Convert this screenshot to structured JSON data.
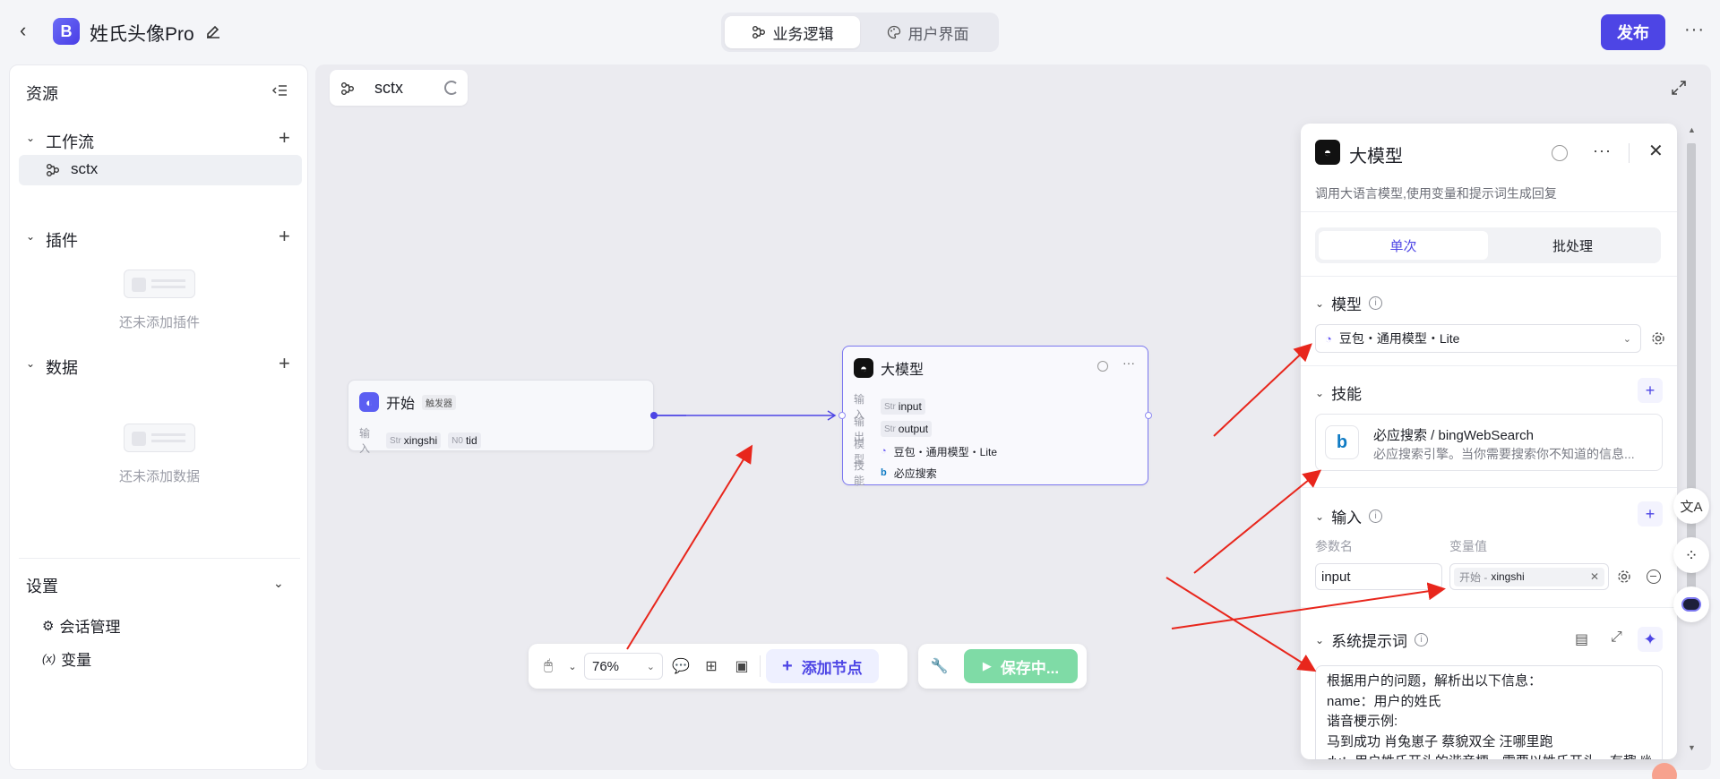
{
  "header": {
    "app_name": "姓氏头像Pro",
    "tabs": [
      {
        "label": "业务逻辑",
        "active": true
      },
      {
        "label": "用户界面",
        "active": false
      }
    ],
    "publish_label": "发布"
  },
  "sidebar": {
    "title": "资源",
    "workflow": {
      "label": "工作流",
      "items": [
        "sctx"
      ]
    },
    "plugins": {
      "label": "插件",
      "empty_text": "还未添加插件"
    },
    "data": {
      "label": "数据",
      "empty_text": "还未添加数据"
    },
    "settings": {
      "label": "设置",
      "items": [
        {
          "icon": "chat-manage-icon",
          "label": "会话管理"
        },
        {
          "icon": "variable-icon",
          "label": "变量"
        }
      ]
    }
  },
  "canvas": {
    "tab_name": "sctx",
    "start_node": {
      "title": "开始",
      "badge": "触发器",
      "input_label": "输入",
      "inputs": [
        {
          "type": "Str",
          "name": "xingshi"
        },
        {
          "type": "N0",
          "name": "tid"
        }
      ]
    },
    "llm_node": {
      "title": "大模型",
      "rows": [
        {
          "key": "输入",
          "type": "Str",
          "value": "input"
        },
        {
          "key": "输出",
          "type": "Str",
          "value": "output"
        },
        {
          "key": "模型",
          "value": "豆包・通用模型・Lite"
        },
        {
          "key": "技能",
          "value": "必应搜索"
        }
      ]
    }
  },
  "toolbar": {
    "zoom": "76%",
    "add_node": "添加节点",
    "save": "保存中..."
  },
  "panel": {
    "title": "大模型",
    "description": "调用大语言模型,使用变量和提示词生成回复",
    "modes": [
      {
        "label": "单次",
        "active": true
      },
      {
        "label": "批处理",
        "active": false
      }
    ],
    "model_section": "模型",
    "model_value": "豆包・通用模型・Lite",
    "skill_section": "技能",
    "skill": {
      "name": "必应搜索 / bingWebSearch",
      "desc": "必应搜索引擎。当你需要搜索你不知道的信息..."
    },
    "input_section": "输入",
    "param_col": "参数名",
    "value_col": "变量值",
    "param_name": "input",
    "var_source": "开始 -",
    "var_name": "xingshi",
    "prompt_section": "系统提示词",
    "prompt_lines": [
      "根据用户的问题，解析出以下信息：",
      "name：用户的姓氏",
      "谐音梗示例:",
      "马到成功 肖兔崽子 蔡貌双全 汪哪里跑",
      "dy：用户姓氏开头的谐音梗，需要以姓氏开头，有趣 幽"
    ]
  },
  "colors": {
    "accent": "#4d45e5",
    "save_green": "#7fdba6",
    "annotation_arrow": "#e8261c"
  }
}
